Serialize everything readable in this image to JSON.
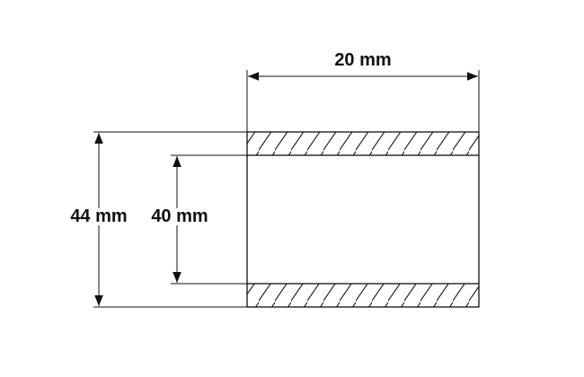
{
  "diagram": {
    "width_label": "20 mm",
    "outer_diameter_label": "44 mm",
    "inner_diameter_label": "40 mm"
  },
  "colors": {
    "line": "#111111",
    "background": "#ffffff"
  }
}
